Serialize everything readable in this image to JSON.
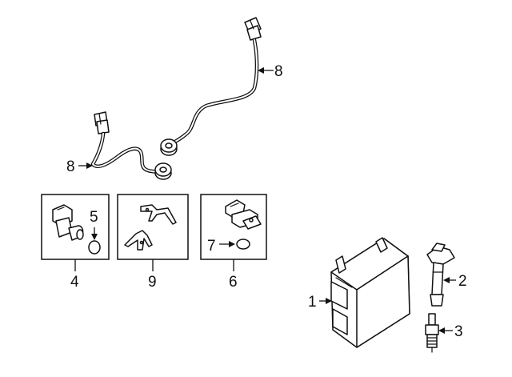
{
  "callouts": {
    "c1": "1",
    "c2": "2",
    "c3": "3",
    "c4": "4",
    "c5": "5",
    "c6": "6",
    "c7": "7",
    "c8_upper": "8",
    "c8_lower": "8",
    "c9": "9"
  },
  "icons": {
    "ecm": "engine-control-module-icon",
    "ignition_coil": "ignition-coil-icon",
    "spark_plug": "spark-plug-icon",
    "cam_sensor": "camshaft-sensor-icon",
    "o_ring": "o-ring-icon",
    "crank_sensor": "crankshaft-sensor-icon",
    "harness": "wiring-harness-icon",
    "bracket": "bracket-icon"
  },
  "colors": {
    "line": "#111111",
    "background": "#ffffff"
  }
}
